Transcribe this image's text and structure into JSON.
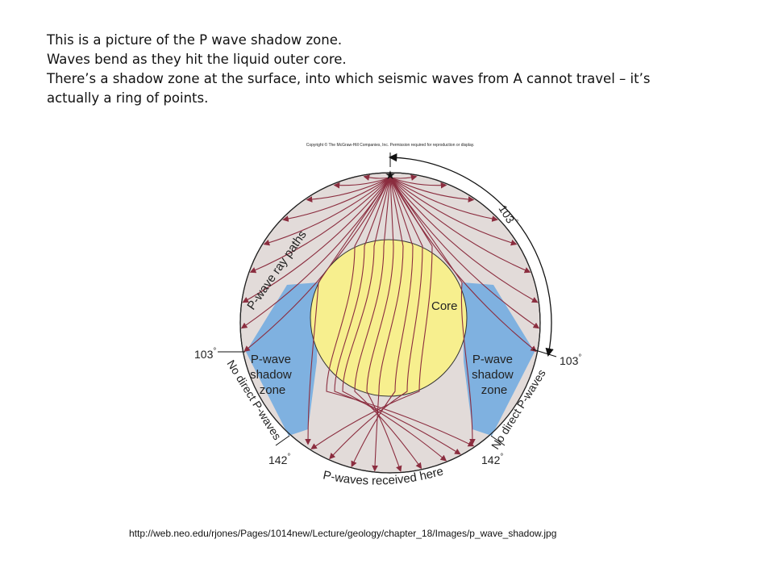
{
  "slide": {
    "lines": [
      "This is a picture of the P wave shadow zone.",
      "Waves bend as they hit the liquid outer core.",
      "There’s a shadow zone at the surface, into which seismic waves from A cannot travel – it’s",
      "actually a ring of points."
    ]
  },
  "figure": {
    "copyright": "Copyright © The McGraw-Hill Companies, Inc. Permission required for reproduction or display.",
    "labels": {
      "ray_paths": "P-wave ray paths",
      "core": "Core",
      "angle_top": "103",
      "angle_left": "103",
      "angle_right": "103",
      "shadow_left": [
        "P-wave",
        "shadow",
        "zone"
      ],
      "shadow_right": [
        "P-wave",
        "shadow",
        "zone"
      ],
      "no_direct_left": "No direct P-waves",
      "no_direct_right": "No direct P-waves",
      "angle_142_left": "142",
      "angle_142_right": "142",
      "received": "P-waves received here",
      "degree": "°"
    },
    "colors": {
      "mantle": "#e2dbd9",
      "core": "#f7ef8e",
      "shadow": "#7fb1e0",
      "ray": "#8b2d3f"
    },
    "angles": {
      "direct_limit_deg": 103,
      "shadow_end_deg": 142
    }
  },
  "source": {
    "url": "http://web.neo.edu/rjones/Pages/1014new/Lecture/geology/chapter_18/Images/p_wave_shadow.jpg"
  }
}
